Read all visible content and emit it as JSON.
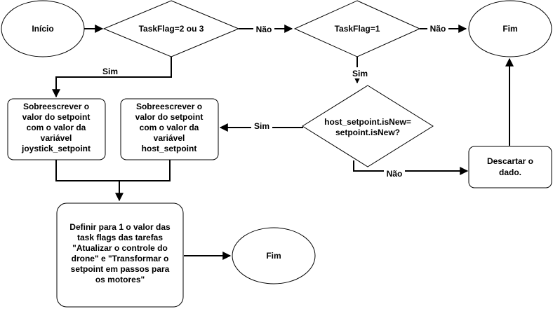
{
  "nodes": {
    "start": "Início",
    "decision_taskflag_2_3": "TaskFlag=2 ou 3",
    "decision_taskflag_1": "TaskFlag=1",
    "end_top": "Fim",
    "decision_isnew": [
      "host_setpoint.isNew=",
      "setpoint.isNew?"
    ],
    "overwrite_joystick": [
      "Sobreescrever o",
      "valor do setpoint",
      "com o valor da",
      "variável",
      "joystick_setpoint"
    ],
    "overwrite_host": [
      "Sobreescrever o",
      "valor do setpoint",
      "com o valor da",
      "variável",
      "host_setpoint"
    ],
    "discard": [
      "Descartar o",
      "dado."
    ],
    "define_flags": [
      "Definir para 1 o valor das",
      "task flags das tarefas",
      "\"Atualizar o controle do",
      "drone\" e \"Transformar o",
      "setpoint em passos para",
      "os motores\""
    ],
    "end_bottom": "Fim"
  },
  "edges": {
    "no_1": "Não",
    "no_2": "Não",
    "yes_1": "Sim",
    "yes_2": "Sim",
    "yes_3": "Sim",
    "no_3": "Não"
  }
}
